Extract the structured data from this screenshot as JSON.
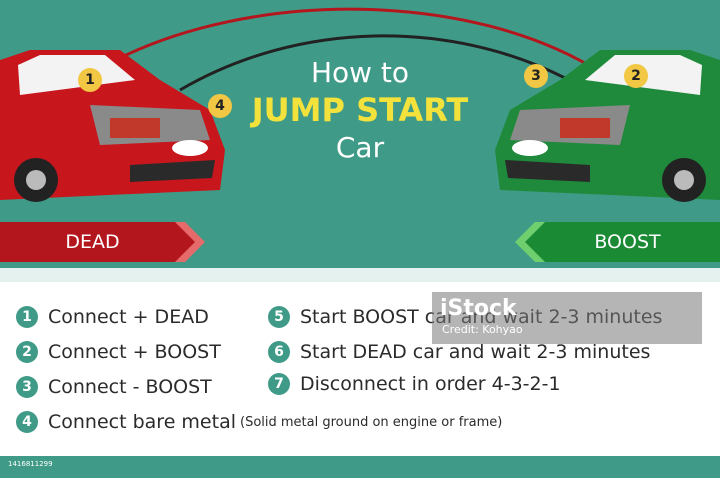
{
  "title": {
    "line1": "How to",
    "line2": "JUMP START",
    "line3": "Car"
  },
  "labels": {
    "dead": "DEAD",
    "boost": "BOOST"
  },
  "markers": [
    "1",
    "2",
    "3",
    "4"
  ],
  "steps": [
    {
      "num": "1",
      "text": "Connect + DEAD"
    },
    {
      "num": "2",
      "text": "Connect + BOOST"
    },
    {
      "num": "3",
      "text": "Connect - BOOST"
    },
    {
      "num": "4",
      "text": "Connect bare metal",
      "note": "(Solid metal ground on engine or frame)"
    },
    {
      "num": "5",
      "text": "Start BOOST car and wait 2-3 minutes"
    },
    {
      "num": "6",
      "text": "Start DEAD car and wait 2-3 minutes"
    },
    {
      "num": "7",
      "text": "Disconnect in order 4-3-2-1"
    }
  ],
  "watermark": {
    "logo": "iStock",
    "credit": "Credit: Kohyao"
  },
  "footer": {
    "id": "1416811299"
  },
  "colors": {
    "teal": "#3f9b87",
    "red_car": "#c8161d",
    "green_car": "#1f8a3b",
    "title_yellow": "#f4e23c",
    "badge_yellow": "#f2c744"
  }
}
